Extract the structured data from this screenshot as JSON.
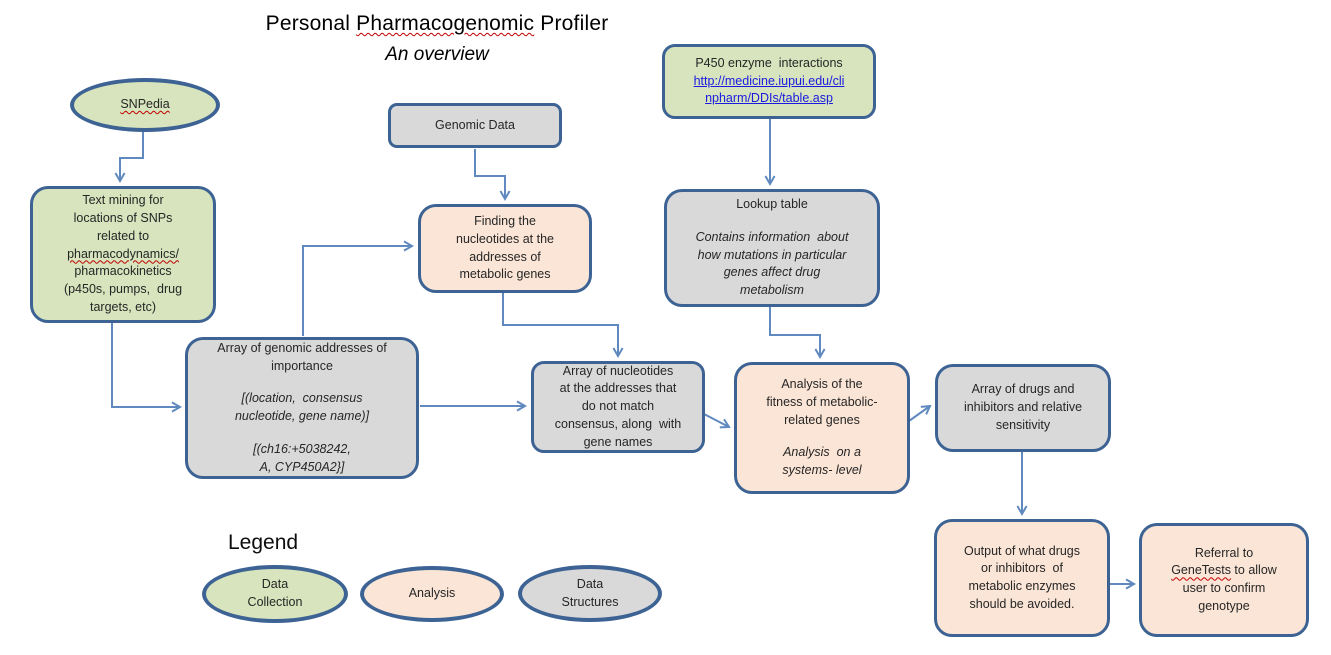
{
  "title": {
    "part1": "Personal ",
    "spellchecked_word": "Pharmacogenomic",
    "part2": " Profiler",
    "subtitle": "An overview"
  },
  "legend": {
    "heading": "Legend",
    "items": [
      {
        "label": "Data\nCollection",
        "type": "data-collection"
      },
      {
        "label": "Analysis",
        "type": "analysis"
      },
      {
        "label": "Data\nStructures",
        "type": "data-structures"
      }
    ]
  },
  "nodes": {
    "snpedia": {
      "label": "SNPedia",
      "type": "data-collection"
    },
    "genomic_data": {
      "label": "Genomic Data",
      "type": "data-structure"
    },
    "p450": {
      "title": "P450 enzyme  interactions",
      "link_text": "http://medicine.iupui.edu/cli\nnpharm/DDIs/table.asp",
      "link_href": "http://medicine.iupui.edu/clinpharm/DDIs/table.asp",
      "type": "data-collection"
    },
    "text_mining": {
      "part1": "Text mining for\nlocations of SNPs\nrelated to\n",
      "spellchecked_word": "pharmacodynamics/",
      "part2": "\npharmacokinetics\n(p450s, pumps,  drug\ntargets, etc)",
      "type": "data-collection"
    },
    "finding": {
      "label": "Finding the\nnucleotides at the\naddresses of\nmetabolic genes",
      "type": "analysis"
    },
    "lookup": {
      "title": "Lookup table",
      "body": "Contains information  about\nhow mutations in particular\ngenes affect drug\nmetabolism",
      "type": "data-structure"
    },
    "array_genomic": {
      "title": "Array of genomic addresses of\nimportance",
      "schema": "[(location,  consensus\nnucleotide, gene name)]",
      "example": "[(ch16:+5038242,\nA, CYP450A2}]",
      "type": "data-structure"
    },
    "array_nucleotides": {
      "label": "Array of nucleotides\nat the addresses that\ndo not match\nconsensus, along  with\ngene names",
      "type": "data-structure"
    },
    "analysis": {
      "title": "Analysis of the\nfitness of metabolic-\nrelated genes",
      "body": "Analysis  on a\nsystems- level",
      "type": "analysis"
    },
    "array_drugs": {
      "label": "Array of drugs and\ninhibitors and relative\nsensitivity",
      "type": "data-structure"
    },
    "output": {
      "label": "Output of what drugs\nor inhibitors  of\nmetabolic enzymes\nshould be avoided.",
      "type": "analysis"
    },
    "referral": {
      "part1": "Referral to\n",
      "spellchecked_word": "GeneTests",
      "part2": " to allow\nuser to confirm\ngenotype",
      "type": "analysis"
    }
  },
  "colors": {
    "data_collection_fill": "#d7e4bd",
    "analysis_fill": "#fbe5d6",
    "data_structure_fill": "#d9d9d9",
    "shape_border": "#3d6394",
    "connector": "#6089bf",
    "hyperlink": "#1a1ae0",
    "spellcheck_underline": "#c00000",
    "text": "#262626"
  }
}
